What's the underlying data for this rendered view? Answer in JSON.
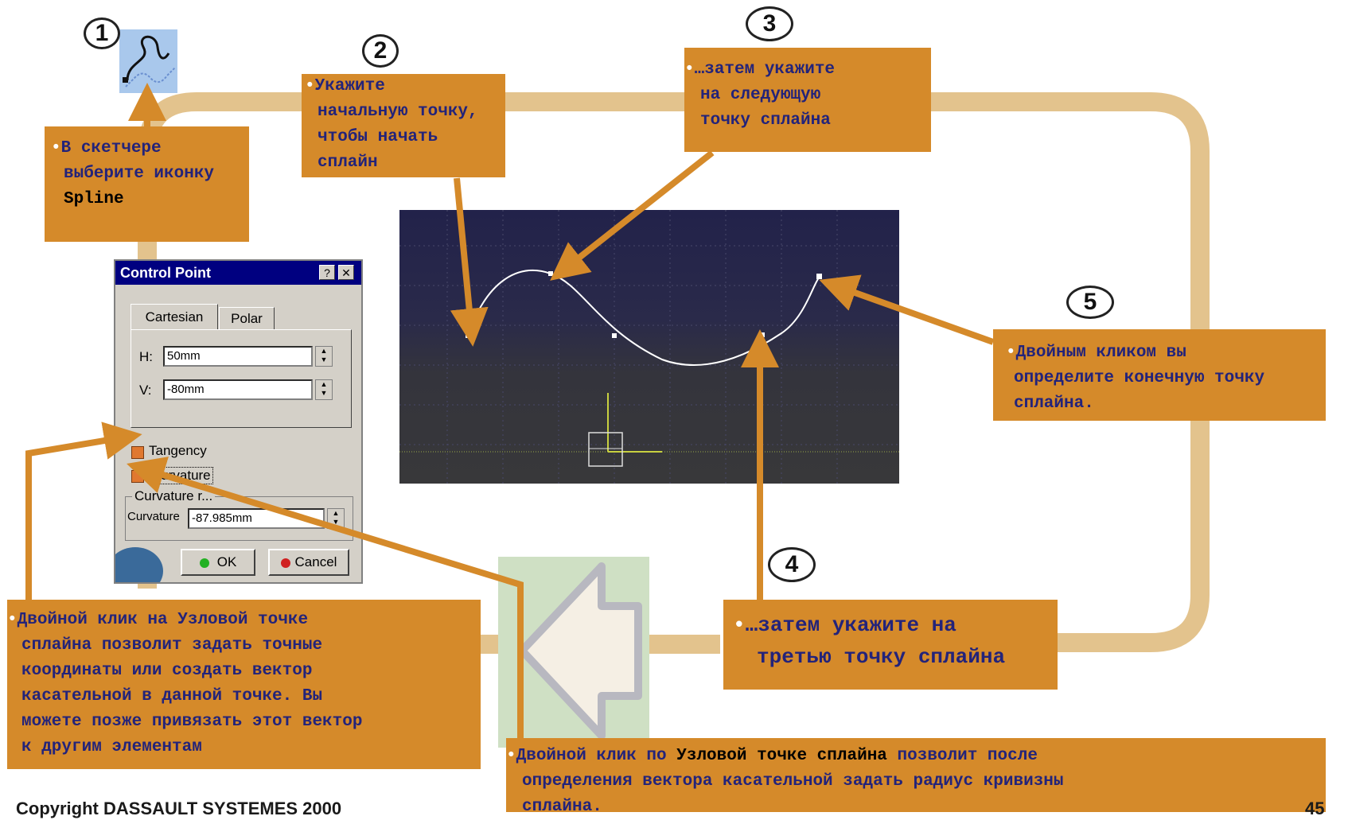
{
  "callouts": {
    "c1": [
      "В скетчере",
      "выберите иконку",
      "Spline"
    ],
    "c2": [
      "Укажите",
      "начальную точку,",
      "чтобы начать",
      "сплайн"
    ],
    "c3": [
      "…затем укажите",
      "на следующую",
      "точку сплайна"
    ],
    "c4": [
      "…затем укажите на",
      "третью точку сплайна"
    ],
    "c5": [
      "Двойным кликом вы",
      "определите конечную точку",
      "сплайна."
    ],
    "c6": [
      "Двойной клик на Узловой точке",
      "сплайна позволит задать точные",
      "координаты или создать вектор",
      "касательной в данной точке. Вы",
      "можете позже привязать этот вектор",
      "к другим элементам"
    ],
    "c7": {
      "part1": "Двойной клик по ",
      "part2": "Узловой точке сплайна",
      "part3": " позволит после",
      "line2": "определения вектора касательной задать радиус кривизны",
      "line3": "сплайна."
    }
  },
  "bullet": "•",
  "step_numbers": [
    "1",
    "2",
    "3",
    "4",
    "5"
  ],
  "dialog": {
    "title": "Control Point",
    "help_button": "?",
    "close_button": "✕",
    "tabs": [
      "Cartesian",
      "Polar"
    ],
    "h_label": "H:",
    "h_value": "50mm",
    "v_label": "V:",
    "v_value": "-80mm",
    "tangency_label": "Tangency",
    "curvature_check_label": "Curvature",
    "curvature_group_label": "Curvature r...",
    "curvature_label": "Curvature",
    "curvature_value": "-87.985mm",
    "ok_label": "OK",
    "cancel_label": "Cancel"
  },
  "footer": {
    "copyright": "Copyright DASSAULT SYSTEMES 2000",
    "page_number": "45"
  },
  "colors": {
    "callout": "#d58a2a",
    "text_blue": "#23237a",
    "loop": "#e3c38d",
    "arrow": "#d58a2a",
    "viewport_top": "#24244a",
    "viewport_bottom": "#3a3a3c"
  },
  "icons": {
    "spline_tool": "spline-icon",
    "big_arrow": "left-arrow-icon"
  }
}
